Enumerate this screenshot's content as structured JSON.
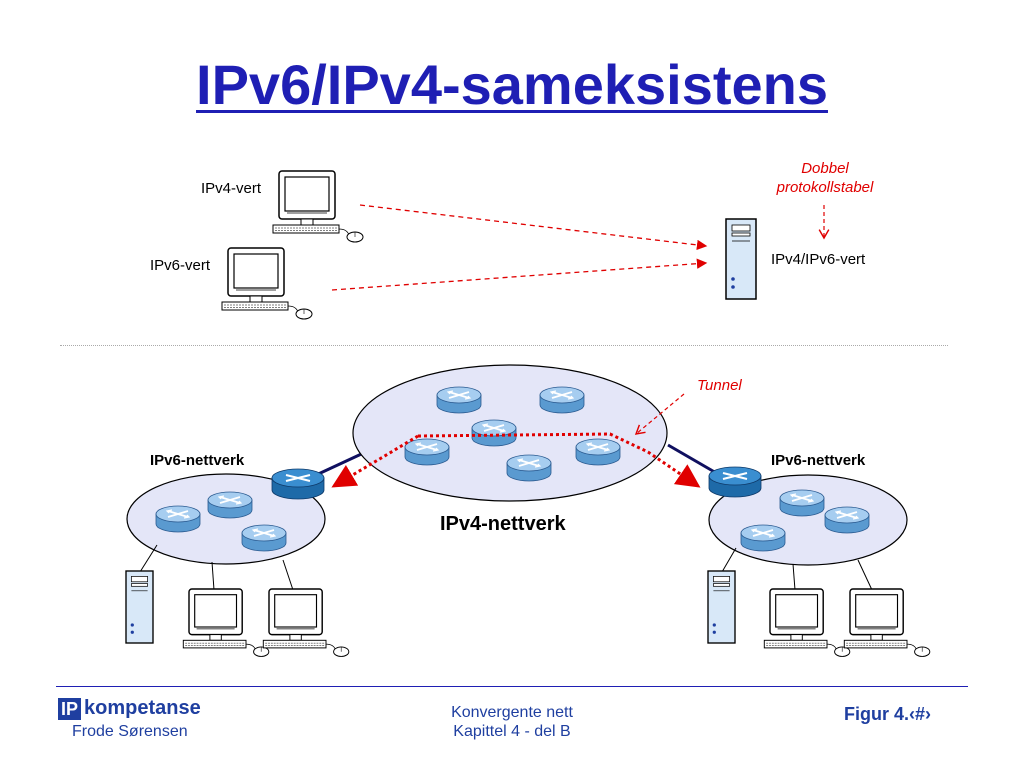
{
  "title": "IPv6/IPv4-sameksistens",
  "top": {
    "ipv4_host": "IPv4-vert",
    "ipv6_host": "IPv6-vert",
    "dual_host": "IPv4/IPv6-vert",
    "dual_stack_line1": "Dobbel",
    "dual_stack_line2": "protokollstabel"
  },
  "bottom": {
    "tunnel": "Tunnel",
    "ipv6_left": "IPv6-nettverk",
    "ipv6_right": "IPv6-nettverk",
    "ipv4_net": "IPv4-nettverk"
  },
  "footer": {
    "logo_box": "IP",
    "logo_text": "kompetanse",
    "author": "Frode Sørensen",
    "course_line1": "Konvergente nett",
    "course_line2": "Kapittel 4 - del B",
    "figure": "Figur 4.‹#›"
  },
  "colors": {
    "title": "#1f1fb4",
    "annotation": "#e00000",
    "cloud_fill": "#e4e6f8",
    "router": "#6ea8d8",
    "link": "#101060"
  }
}
